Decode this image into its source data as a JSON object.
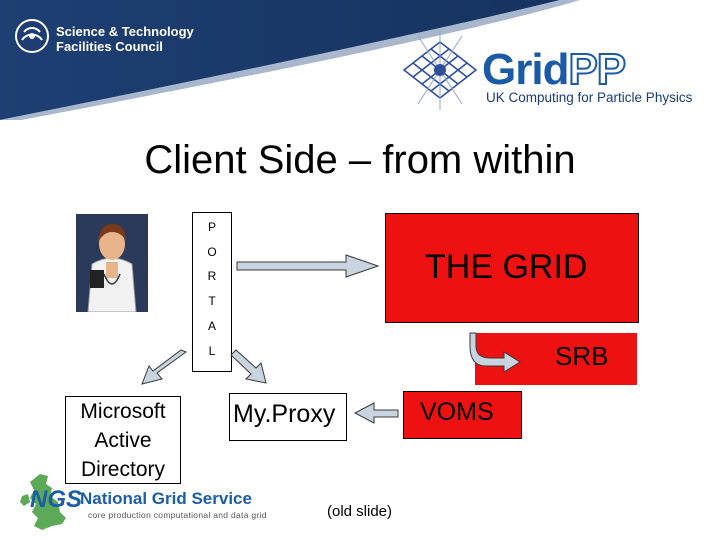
{
  "header": {
    "stfc_line1": "Science & Technology",
    "stfc_line2": "Facilities Council",
    "gridpp_grid": "Grid",
    "gridpp_pp": "PP",
    "gridpp_subtitle": "UK Computing for Particle Physics"
  },
  "slide": {
    "title": "Client Side – from within",
    "portal_letters": [
      "P",
      "O",
      "R",
      "T",
      "A",
      "L"
    ],
    "grid_label": "THE GRID",
    "srb_label": "SRB",
    "msad_lines": [
      "Microsoft",
      "Active",
      "Directory"
    ],
    "myproxy_label": "My.Proxy",
    "voms_label": "VOMS",
    "note": "(old slide)"
  },
  "footer": {
    "ngs_letters": "NGS",
    "ngs_title": "National Grid Service",
    "ngs_subtitle": "core production computational and data grid"
  },
  "colors": {
    "header_band": "#1e3f73",
    "grid_red": "#ee1111",
    "arrow_fill": "#c8d4e0",
    "ngs_blue": "#1b5ea8"
  },
  "icons": [
    "stfc-logo-icon",
    "gridpp-globe-icon",
    "doctor-clipart-icon",
    "uk-map-icon"
  ]
}
